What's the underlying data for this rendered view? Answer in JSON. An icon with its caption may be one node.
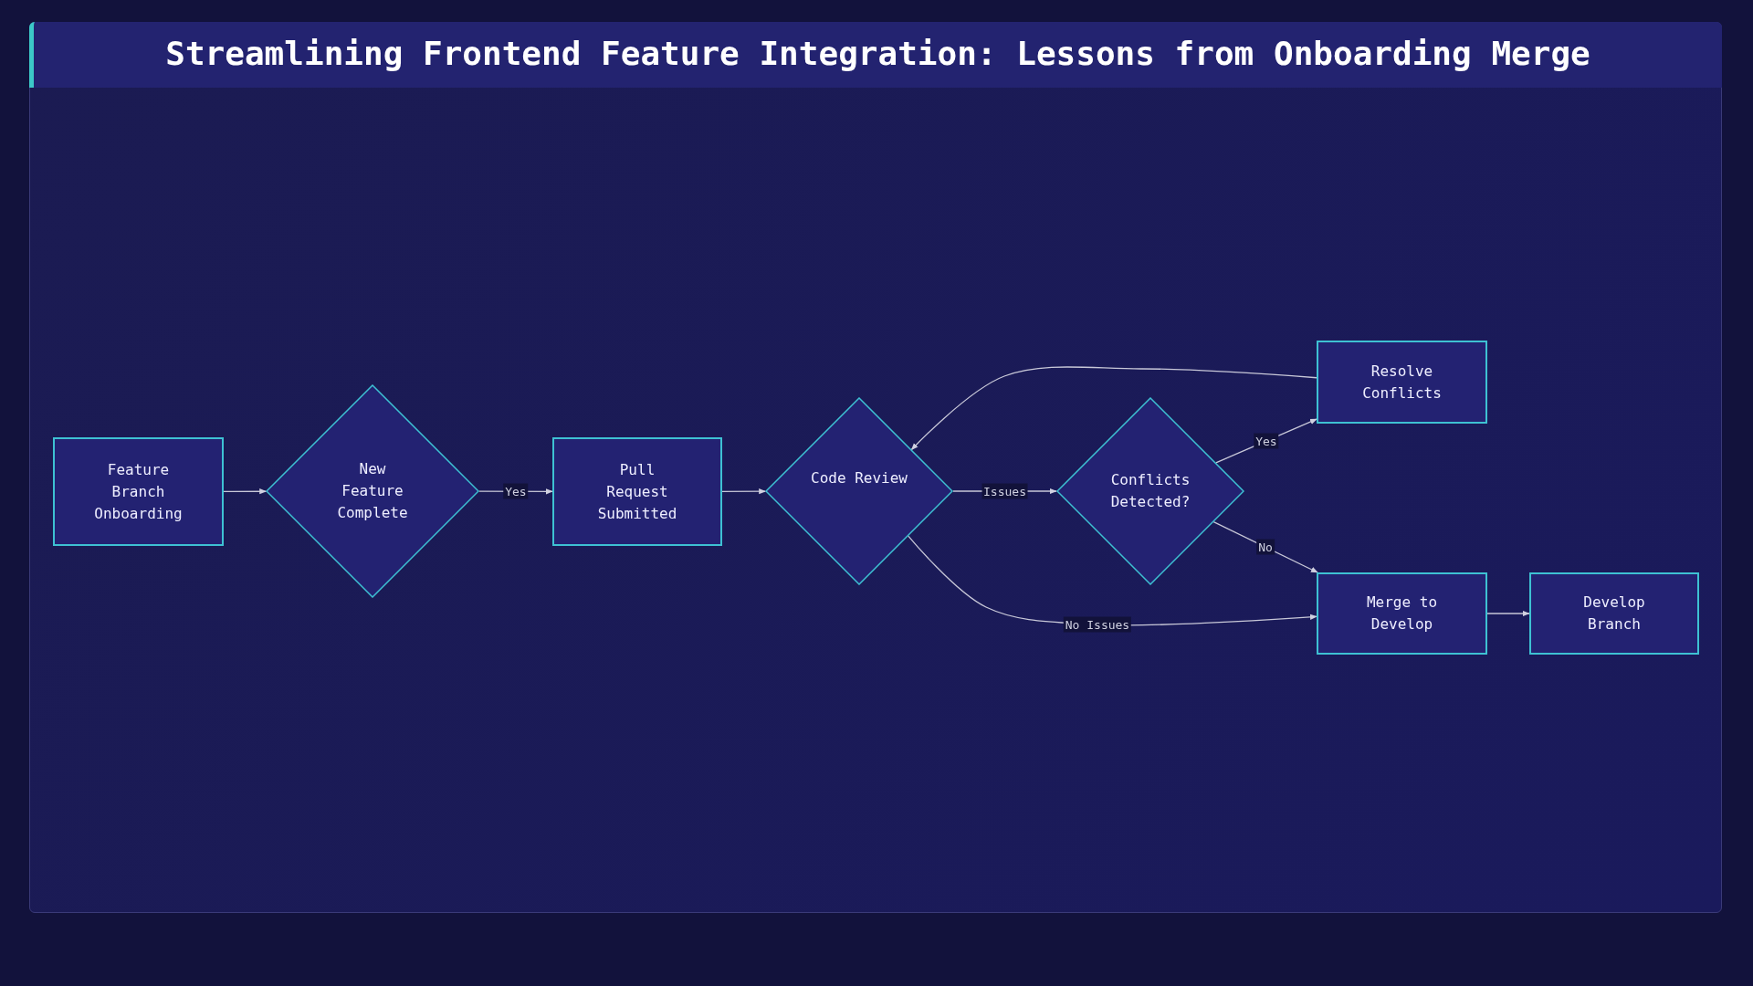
{
  "diagram": {
    "title": "Streamlining Frontend Feature Integration: Lessons from Onboarding Merge",
    "nodes": [
      {
        "text": [
          "Feature Branch Onboarding"
        ]
      },
      {
        "text": [
          "New Feature Complete"
        ]
      },
      {
        "text": [
          "Pull Request Submitted"
        ]
      },
      {
        "text": [
          "Code Review"
        ]
      },
      {
        "text": [
          "Conflicts Detected?"
        ]
      },
      {
        "text": [
          "Resolve Conflicts"
        ]
      },
      {
        "text": [
          "Merge to Develop"
        ]
      },
      {
        "text": [
          "Develop Branch"
        ]
      }
    ],
    "edges": [
      {
        "from": 0,
        "to": 1,
        "arrow": "to"
      },
      {
        "from": 1,
        "to": 2,
        "arrow": "to",
        "label": "Yes"
      },
      {
        "from": 2,
        "to": 3,
        "arrow": "to"
      },
      {
        "from": 3,
        "to": 4,
        "arrow": "to",
        "label": "Issues"
      },
      {
        "from": 4,
        "to": 5,
        "arrow": "to",
        "label": "Yes"
      },
      {
        "from": 4,
        "to": 6,
        "arrow": "to",
        "label": "No"
      },
      {
        "from": 5,
        "to": 3,
        "arrow": "to"
      },
      {
        "from": 3,
        "to": 6,
        "arrow": "to",
        "label": "No Issues"
      },
      {
        "from": 6,
        "to": 7,
        "arrow": "to"
      }
    ]
  }
}
